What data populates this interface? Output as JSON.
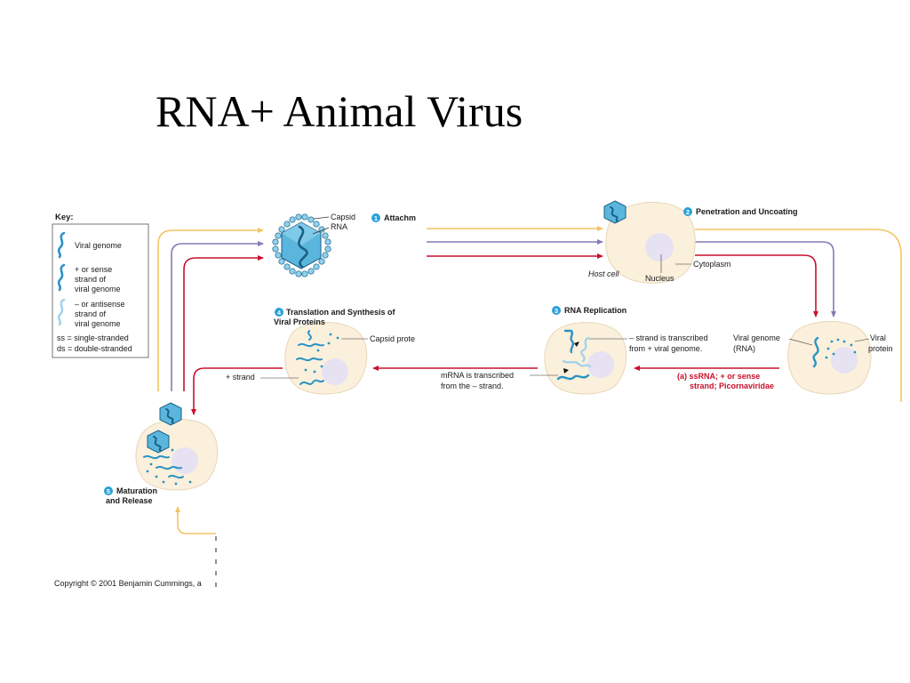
{
  "title": "RNA+ Animal Virus",
  "colors": {
    "red": "#c8102e",
    "purple": "#8878b8",
    "yellow": "#f2c464",
    "cell_fill": "#fbf0dc",
    "nucleus_fill": "#e6e2f2",
    "genome_blue": "#2a93c4",
    "antisense_blue": "#a6d2ec",
    "step_blue": "#2aa0d8"
  },
  "key": {
    "heading": "Key:",
    "viral_genome": "Viral genome",
    "plus_sense": [
      "+ or sense",
      "strand of",
      "viral genome"
    ],
    "minus_sense": [
      "– or antisense",
      "strand of",
      "viral genome"
    ],
    "ss": "ss = single-stranded",
    "ds": "ds = double-stranded"
  },
  "virion": {
    "capsid": "Capsid",
    "rna": "RNA"
  },
  "steps": {
    "s1": {
      "num": "1",
      "label": "Attachm"
    },
    "s2": {
      "num": "2",
      "label": "Penetration and Uncoating"
    },
    "s3": {
      "num": "3",
      "label": "RNA Replication"
    },
    "s4": {
      "num": "4",
      "label": [
        "Translation and Synthesis of",
        "Viral Proteins"
      ]
    },
    "s5": {
      "num": "5",
      "label": [
        "Maturation",
        "and Release"
      ]
    }
  },
  "labels": {
    "host_cell": "Host cell",
    "nucleus": "Nucleus",
    "cytoplasm": "Cytoplasm",
    "viral_genome_rna": [
      "Viral genome",
      "(RNA)"
    ],
    "viral_protein": [
      "Viral",
      "protein"
    ],
    "strand_transcribed": [
      "– strand is transcribed",
      "from + viral genome."
    ],
    "mrna_transcribed": [
      "mRNA is transcribed",
      "from the – strand."
    ],
    "capsid_protein": "Capsid prote",
    "plus_strand": "+ strand",
    "case_a": [
      "(a) ssRNA; + or sense",
      "strand; Picornaviridae"
    ]
  },
  "copyright": "Copyright © 2001 Benjamin Cummings, a"
}
